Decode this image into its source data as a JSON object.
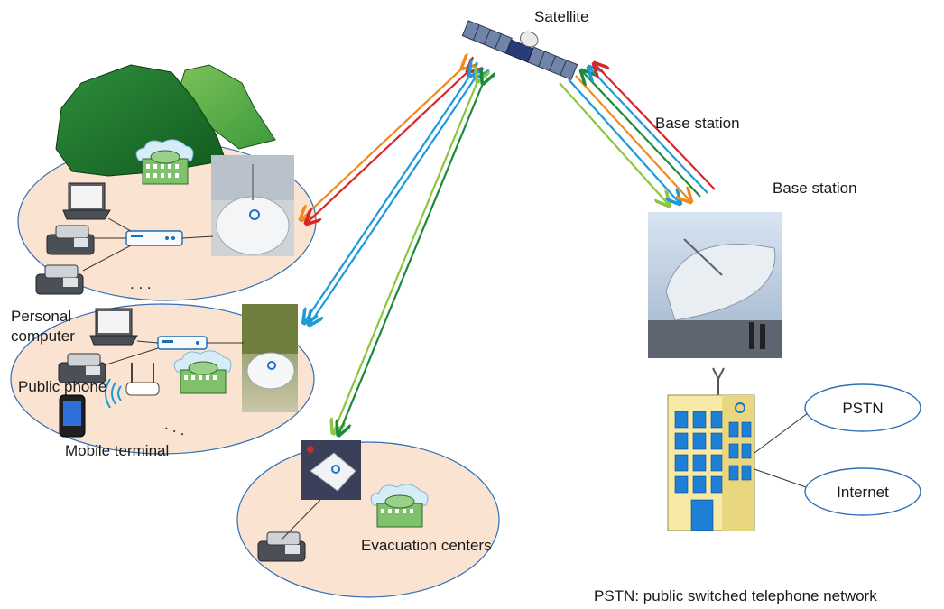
{
  "labels": {
    "satellite": "Satellite",
    "base_station_arrows": "Base station",
    "base_station": "Base station",
    "personal_computer_line1": "Personal",
    "personal_computer_line2": "computer",
    "public_phone": "Public phone",
    "mobile_terminal": "Mobile terminal",
    "evacuation_centers": "Evacuation centers",
    "pstn": "PSTN",
    "internet": "Internet",
    "footnote": "PSTN: public switched telephone network"
  },
  "colors": {
    "zone_fill": "#fbe3d2",
    "zone_stroke": "#2f6fb5",
    "link_red": "#d9252a",
    "link_orange": "#f08a1c",
    "link_blue": "#1e9ad6",
    "link_dkgreen": "#1b8a3a",
    "link_ltgreen": "#8cc63f",
    "mountain_dark": "#1f7a2e",
    "mountain_light": "#5fb04a"
  }
}
